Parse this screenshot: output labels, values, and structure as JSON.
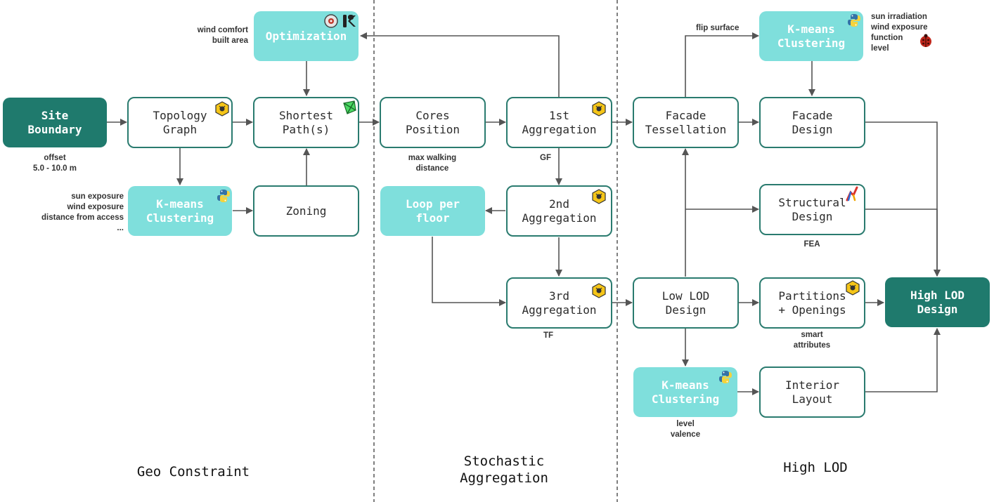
{
  "sections": {
    "geo": "Geo Constraint",
    "stochastic": [
      "Stochastic",
      "Aggregation"
    ],
    "high": "High LOD"
  },
  "nodes": {
    "site_boundary": [
      "Site",
      "Boundary"
    ],
    "topology_graph": [
      "Topology",
      "Graph"
    ],
    "shortest_paths": [
      "Shortest",
      "Path(s)"
    ],
    "optimization": [
      "Optimization"
    ],
    "kmeans_geo": [
      "K-means",
      "Clustering"
    ],
    "zoning": [
      "Zoning"
    ],
    "cores_position": [
      "Cores",
      "Position"
    ],
    "agg_1st": [
      "1st",
      "Aggregation"
    ],
    "agg_2nd": [
      "2nd",
      "Aggregation"
    ],
    "agg_3rd": [
      "3rd",
      "Aggregation"
    ],
    "loop_per_floor": [
      "Loop per",
      "floor"
    ],
    "facade_tessellation": [
      "Facade",
      "Tessellation"
    ],
    "kmeans_facade": [
      "K-means",
      "Clustering"
    ],
    "facade_design": [
      "Facade",
      "Design"
    ],
    "structural_design": [
      "Structural",
      "Design"
    ],
    "low_lod_design": [
      "Low LOD",
      "Design"
    ],
    "partitions_openings": [
      "Partitions",
      "+ Openings"
    ],
    "high_lod_design": [
      "High LOD",
      "Design"
    ],
    "kmeans_interior": [
      "K-means",
      "Clustering"
    ],
    "interior_layout": [
      "Interior",
      "Layout"
    ]
  },
  "notes": {
    "offset": [
      "offset",
      "5.0 - 10.0 m"
    ],
    "optimization_params": [
      "wind comfort",
      "built area"
    ],
    "kmeans_geo_params": [
      "sun exposure",
      "wind exposure",
      "distance from access",
      "..."
    ],
    "max_walking": [
      "max walking",
      "distance"
    ],
    "gf": "GF",
    "tf": "TF",
    "flip_surface": "flip surface",
    "facade_clustering_params": [
      "sun irradiation",
      "wind exposure",
      "function",
      "level"
    ],
    "fea": "FEA",
    "smart_attributes": [
      "smart",
      "attributes"
    ],
    "interior_clustering_params": [
      "level",
      "valence"
    ]
  },
  "icons": {
    "grasshopper": "grasshopper-icon",
    "python": "python-icon",
    "optimizer": "optimizer-icon",
    "rhino": "rhino-logo-icon",
    "ladybug": "ladybug-icon",
    "shortest_walk": "shortest-walk-icon",
    "karamba": "karamba-icon"
  },
  "colors": {
    "dark_teal": "#1f7a6d",
    "light_teal": "#7fdfdc",
    "outline": "#2a7b6f",
    "arrow": "#555555"
  }
}
